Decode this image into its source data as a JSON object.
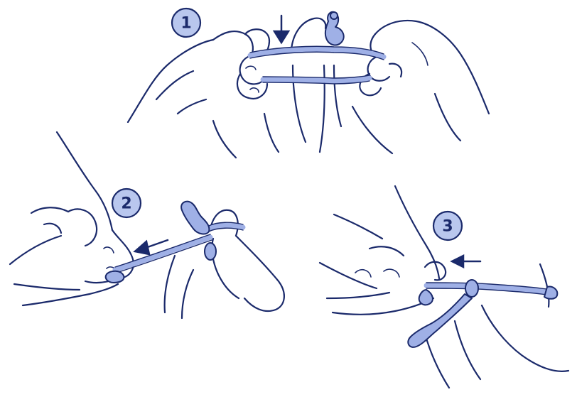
{
  "steps": [
    {
      "number": "1"
    },
    {
      "number": "2"
    },
    {
      "number": "3"
    }
  ],
  "colors": {
    "ink": "#1b2a6b",
    "band": "#9fb0e6",
    "badge_fill": "#b9c7ee",
    "background": "#ffffff"
  },
  "icons": {
    "step_arrow_1": "arrow-down-icon",
    "step_arrow_2": "arrow-left-icon",
    "step_arrow_3": "arrow-left-icon"
  }
}
